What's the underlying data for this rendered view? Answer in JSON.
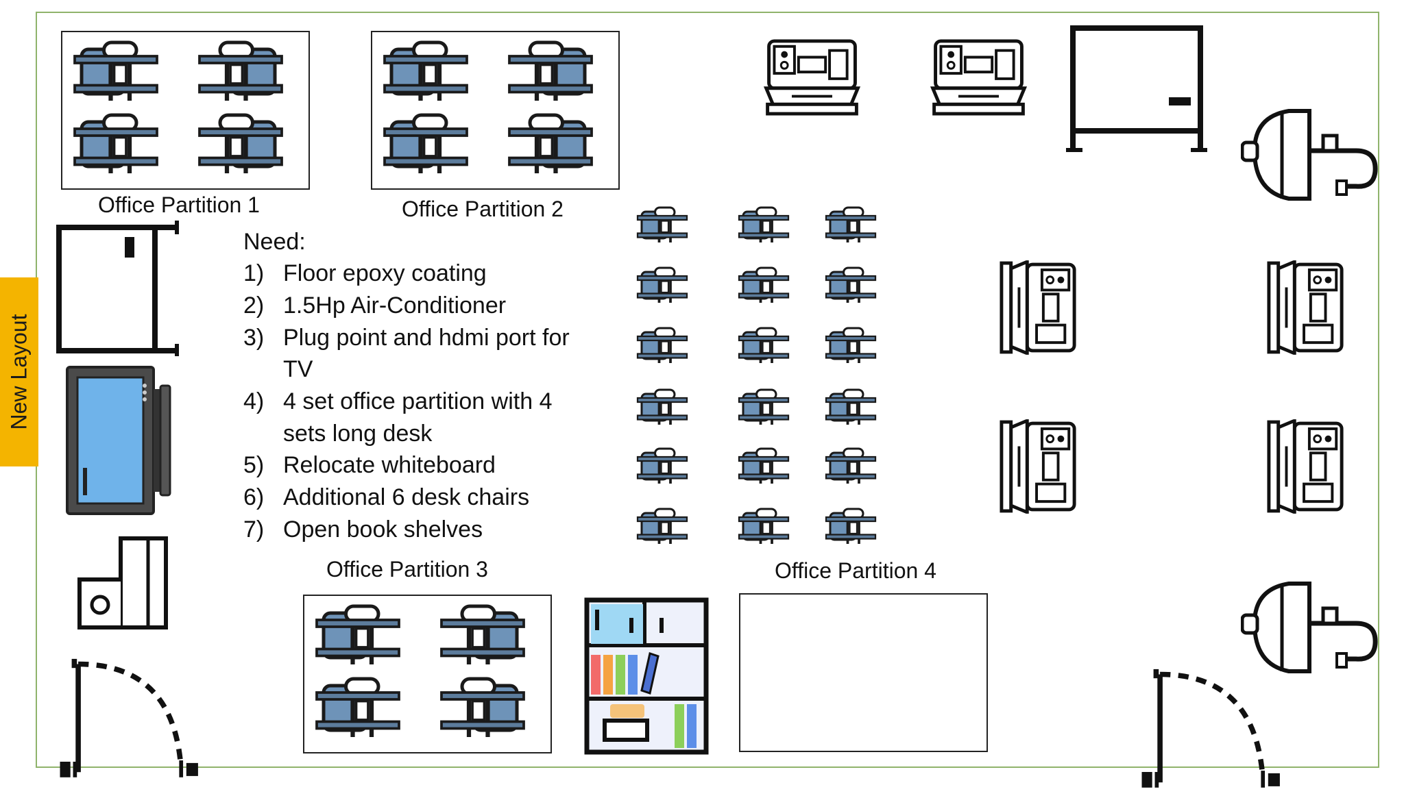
{
  "side_tab": {
    "label": "New Layout"
  },
  "partitions": {
    "p1": "Office Partition 1",
    "p2": "Office Partition 2",
    "p3": "Office Partition 3",
    "p4": "Office Partition 4"
  },
  "needs": {
    "heading": "Need:",
    "items": [
      {
        "num": "1)",
        "lines": [
          "Floor epoxy coating"
        ]
      },
      {
        "num": "2)",
        "lines": [
          "1.5Hp Air-Conditioner"
        ]
      },
      {
        "num": "3)",
        "lines": [
          "Plug point and hdmi port for",
          "TV"
        ]
      },
      {
        "num": "4)",
        "lines": [
          "4 set office partition with 4",
          "sets long desk"
        ]
      },
      {
        "num": "5)",
        "lines": [
          "Relocate whiteboard"
        ]
      },
      {
        "num": "6)",
        "lines": [
          "Additional 6 desk chairs"
        ]
      },
      {
        "num": "7)",
        "lines": [
          "Open book shelves"
        ]
      }
    ]
  },
  "colors": {
    "frame": "#8fb36b",
    "tab": "#f4b400",
    "chair_blue": "#6e93b8",
    "tv_screen": "#6fb3ea",
    "tv_body": "#4a4a4a"
  },
  "icons": {
    "chair": "desk-chair-icon",
    "machine": "lathe-machine-icon",
    "whiteboard": "whiteboard-icon",
    "sink": "sink-icon",
    "tv": "tv-icon",
    "desk": "desk-icon",
    "ac": "air-conditioner-icon",
    "shelf": "bookshelf-icon",
    "door": "door-icon"
  }
}
